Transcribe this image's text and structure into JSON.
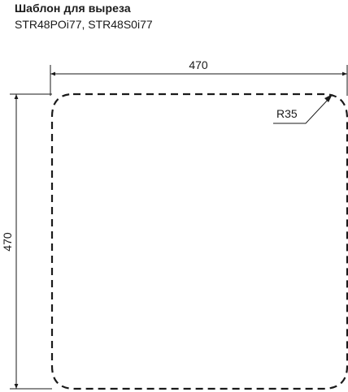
{
  "header": {
    "title": "Шаблон для выреза",
    "subtitle": "STR48POi77, STR48S0i77"
  },
  "drawing": {
    "width_label": "470",
    "height_label": "470",
    "radius_label": "R35",
    "line_color": "#1a1a1a",
    "outline_style": "dashed"
  }
}
